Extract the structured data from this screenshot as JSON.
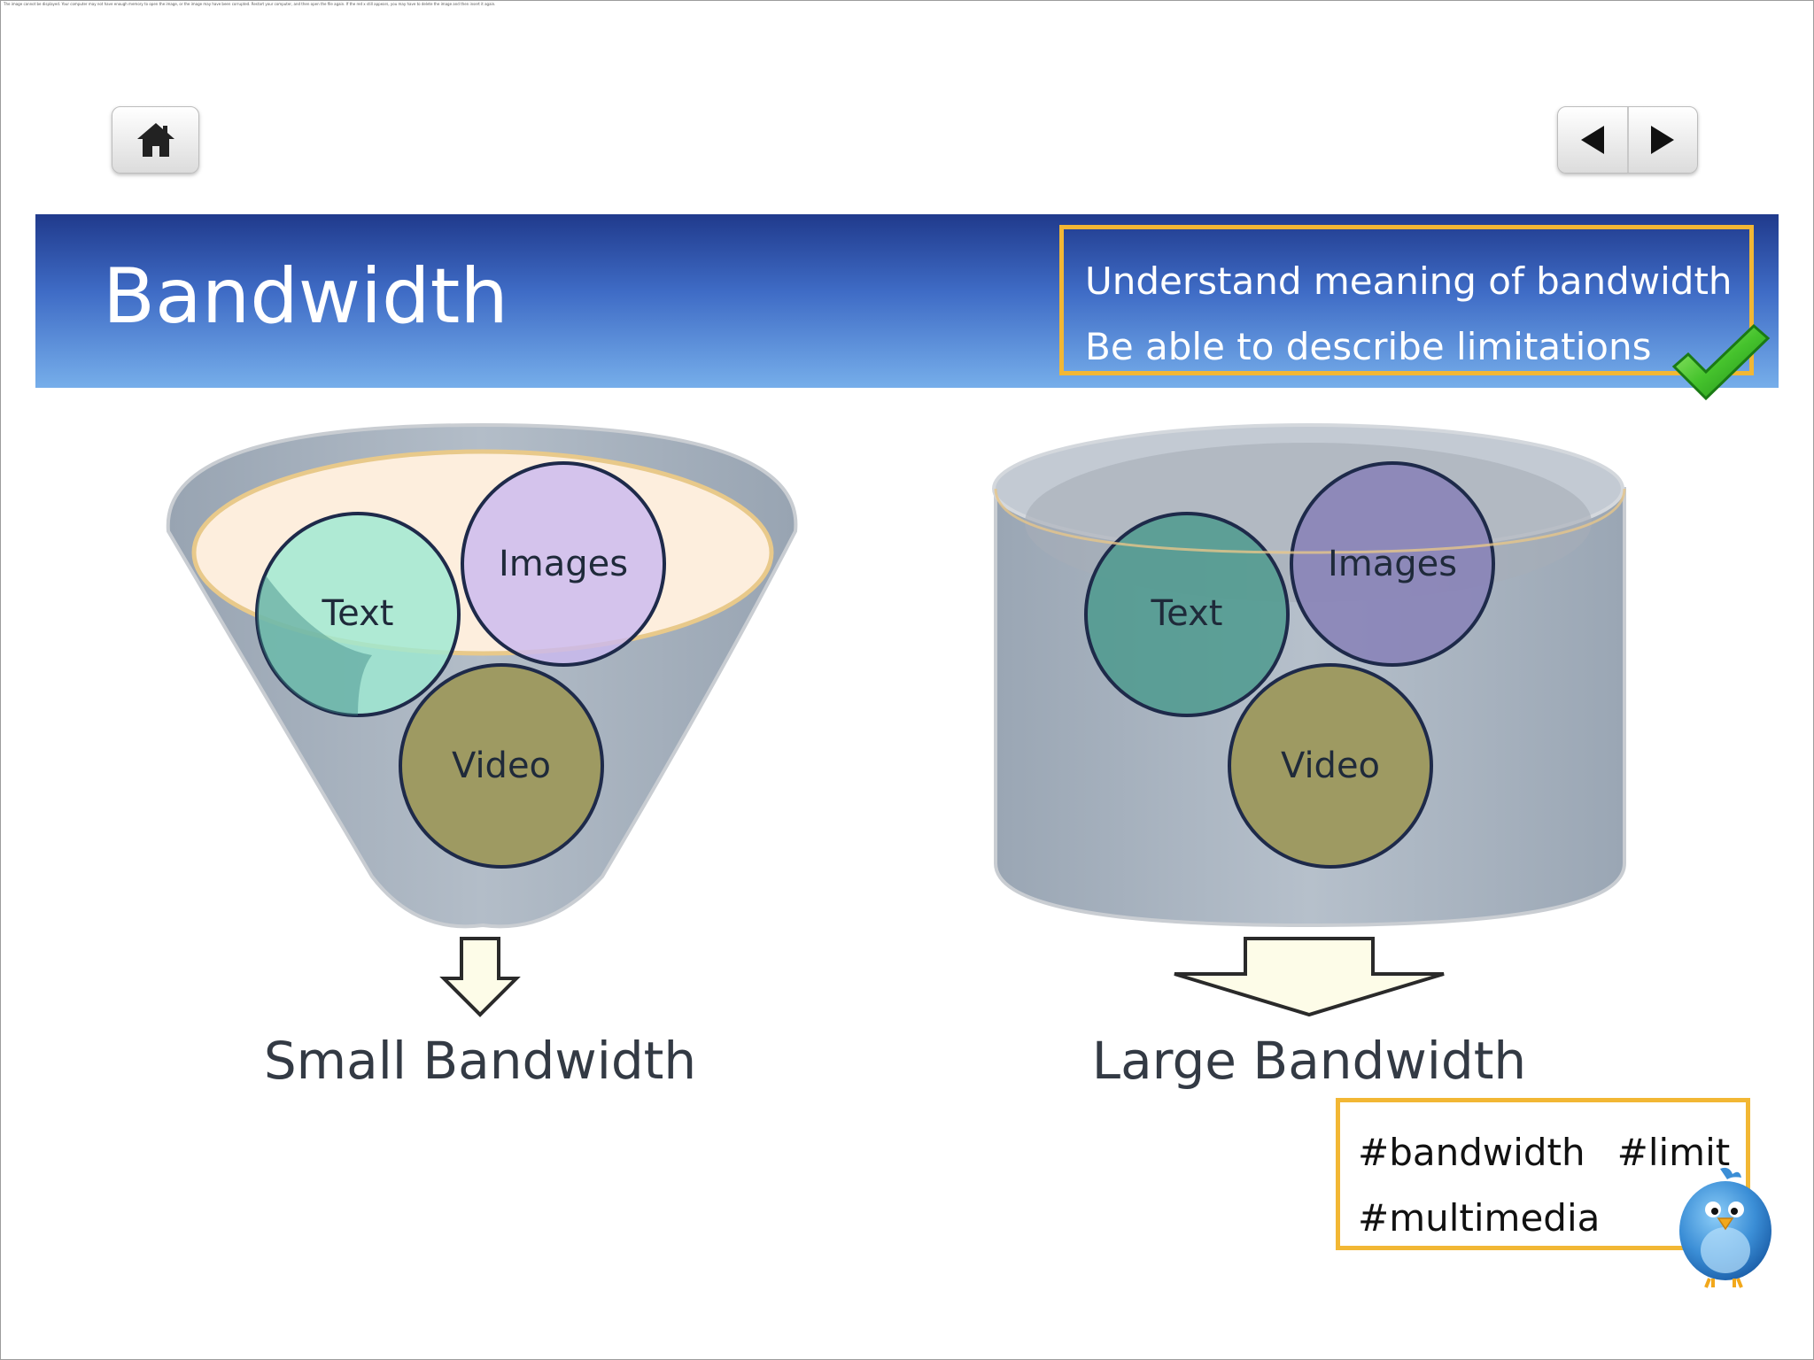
{
  "notice": {
    "broken_image_text": "The image cannot be displayed. Your computer may not have enough memory to open the image, or the image may have been corrupted. Restart your computer, and then open the file again. If the red x still appears, you may have to delete the image and then insert it again."
  },
  "nav": {
    "home_icon": "home-icon",
    "prev_icon": "triangle-left-icon",
    "next_icon": "triangle-right-icon"
  },
  "slide": {
    "title": "Bandwidth",
    "objectives": [
      "Understand meaning of bandwidth",
      "Be able to describe limitations"
    ],
    "check_icon": "checkmark-icon"
  },
  "diagram": {
    "small": {
      "circles": [
        "Text",
        "Images",
        "Video"
      ],
      "label": "Small Bandwidth"
    },
    "large": {
      "circles": [
        "Text",
        "Images",
        "Video"
      ],
      "label": "Large Bandwidth"
    },
    "colors": {
      "text_circle": "#9de9d2",
      "images_circle": "#cbb9ef",
      "video_circle": "#9e9a62",
      "container": "#a3adb9",
      "funnel_mouth": "#fdeedd",
      "accent_border": "#f2b734",
      "arrow_fill": "#fdfce8"
    }
  },
  "tags": {
    "items": [
      "#bandwidth",
      "#limit",
      "#multimedia"
    ],
    "bird_icon": "bird-icon"
  }
}
